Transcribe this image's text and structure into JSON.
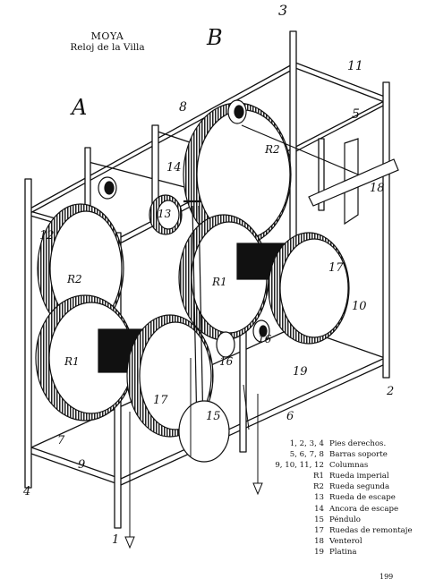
{
  "title": {
    "line1": "MOYA",
    "line2": "Reloj de la Villa"
  },
  "views": {
    "a": "A",
    "b": "B"
  },
  "tags": {
    "n1": "1",
    "n2": "2",
    "n3": "3",
    "n4": "4",
    "n5": "5",
    "n6": "6",
    "n7": "7",
    "n8": "8",
    "n9": "9",
    "n10": "10",
    "n11": "11",
    "n12": "12",
    "n13": "13",
    "n14": "14",
    "n15": "15",
    "n16": "16",
    "n17a": "17",
    "n17b": "17",
    "n18": "18",
    "n19": "19",
    "r1a": "R1",
    "r1b": "R1",
    "r2a": "R2",
    "r2b": "R2"
  },
  "legend": [
    {
      "code": "1, 2, 3, 4",
      "desc": "Pies derechos."
    },
    {
      "code": "5, 6, 7, 8",
      "desc": "Barras soporte"
    },
    {
      "code": "9, 10, 11, 12",
      "desc": "Columnas"
    },
    {
      "code": "R1",
      "desc": "Rueda imperial"
    },
    {
      "code": "R2",
      "desc": "Rueda segunda"
    },
    {
      "code": "13",
      "desc": "Rueda de escape"
    },
    {
      "code": "14",
      "desc": "Ancora de escape"
    },
    {
      "code": "15",
      "desc": "Péndulo"
    },
    {
      "code": "17",
      "desc": "Ruedas de remontaje"
    },
    {
      "code": "18",
      "desc": "Venterol"
    },
    {
      "code": "19",
      "desc": "Platina"
    }
  ],
  "page_number": "199"
}
